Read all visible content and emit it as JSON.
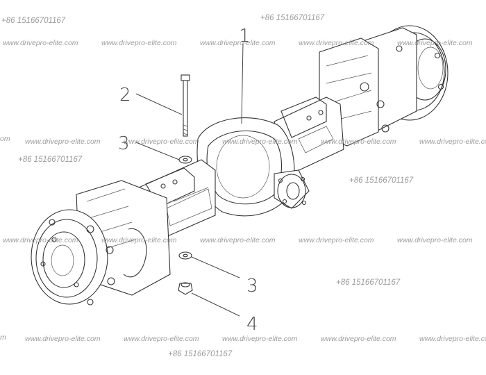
{
  "watermarks": {
    "url": "www.drivepro-elite.com",
    "phone": "+86 15166701167"
  },
  "callouts": [
    {
      "id": "1",
      "label": "1"
    },
    {
      "id": "2",
      "label": "2"
    },
    {
      "id": "3a",
      "label": "3"
    },
    {
      "id": "3b",
      "label": "3"
    },
    {
      "id": "4",
      "label": "4"
    }
  ],
  "colors": {
    "line": "#333333",
    "watermark": "#8a8a8a",
    "accent": "#c0392b"
  }
}
